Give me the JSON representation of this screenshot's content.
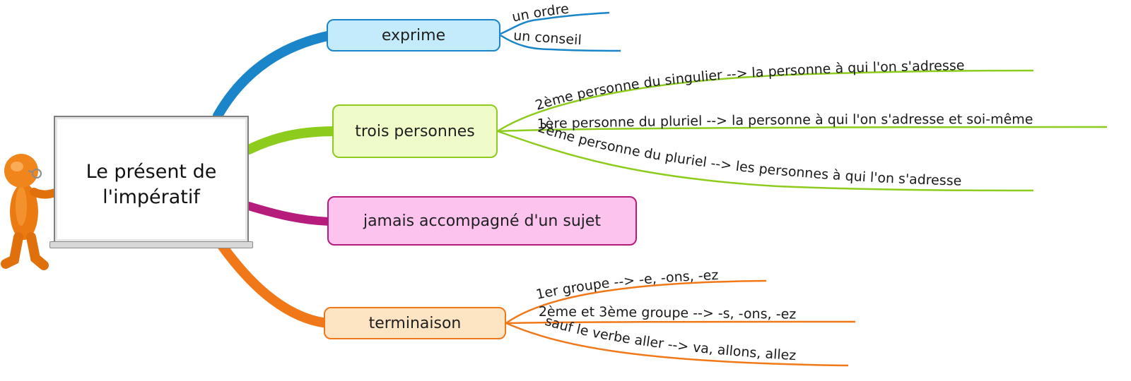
{
  "central": {
    "title_line1": "Le présent de",
    "title_line2": "l'impératif"
  },
  "branches": [
    {
      "id": "exprime",
      "label": "exprime",
      "color": "#1a86c9",
      "fill": "#c4ebfb",
      "children": [
        "un ordre",
        "un conseil"
      ]
    },
    {
      "id": "trois-personnes",
      "label": "trois personnes",
      "color": "#8dcc1c",
      "fill": "#effbc9",
      "children": [
        "2ème personne du singulier --> la personne à qui l'on s'adresse",
        "1ère personne du pluriel --> la personne à qui l'on s'adresse et soi-même",
        "2ème personne du pluriel --> les personnes à qui l'on s'adresse"
      ]
    },
    {
      "id": "jamais",
      "label": "jamais accompagné d'un sujet",
      "color": "#b51c7c",
      "fill": "#fbc3ee",
      "children": []
    },
    {
      "id": "terminaison",
      "label": "terminaison",
      "color": "#f07818",
      "fill": "#fde5c4",
      "children": [
        "1er groupe --> -e, -ons, -ez",
        "2ème et 3ème groupe --> -s, -ons, -ez",
        "sauf le verbe aller --> va, allons, allez"
      ]
    }
  ]
}
